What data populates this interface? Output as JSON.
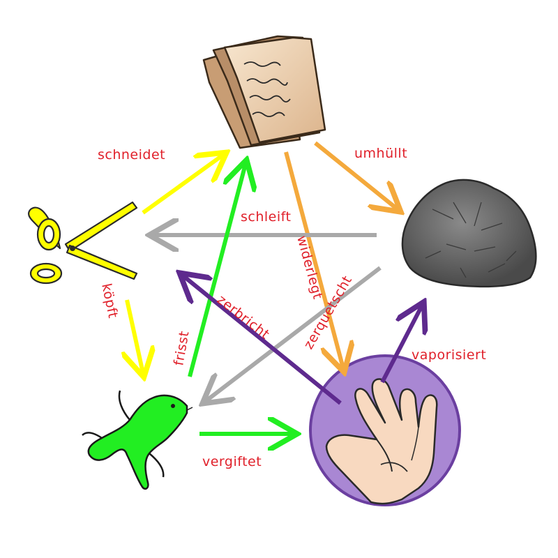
{
  "labels": {
    "scissors_paper": "schneidet",
    "paper_rock": "umhüllt",
    "rock_scissors": "schleift",
    "paper_spock": "widerlegt",
    "rock_lizard": "zerquetscht",
    "spock_scissors": "zerbricht",
    "spock_rock": "vaporisiert",
    "scissors_lizard": "köpft",
    "lizard_paper": "frisst",
    "lizard_spock": "vergiftet"
  },
  "colors": {
    "scissors": "#ffff00",
    "paper": "#f4a93c",
    "rock": "#a9a9a9",
    "lizard": "#22ee22",
    "spock": "#5e2a8e",
    "label": "#e0202a",
    "spock_circle": "#a987d3"
  },
  "icons": [
    "scissors-icon",
    "paper-icon",
    "rock-icon",
    "lizard-icon",
    "spock-hand-icon"
  ]
}
